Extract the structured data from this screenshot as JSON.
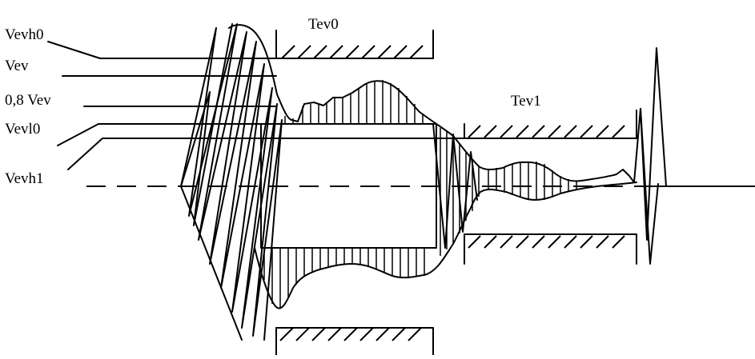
{
  "labels": {
    "vevh0": "Vevh0",
    "vev": "Vev",
    "vev_08": "0,8 Vev",
    "vevl0": "Vevl0",
    "vevh1": "Vevh1",
    "tev0": "Tev0",
    "tev1": "Tev1"
  },
  "colors": {
    "stroke": "#000000",
    "background": "#ffffff"
  }
}
